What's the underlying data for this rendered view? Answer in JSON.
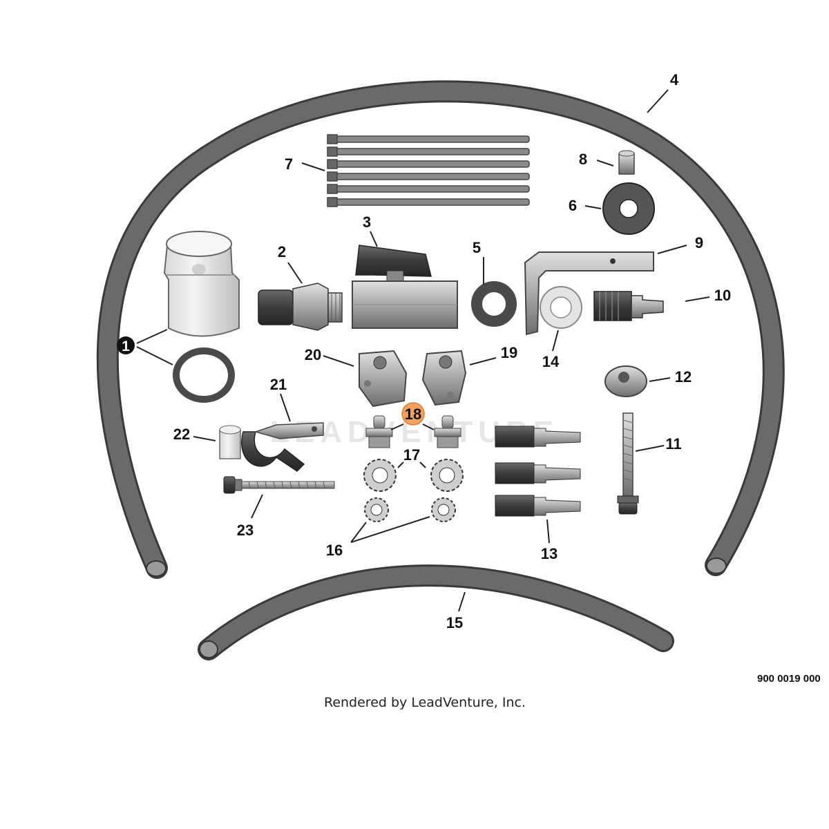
{
  "callouts": {
    "c1": "1",
    "c2": "2",
    "c3": "3",
    "c4": "4",
    "c5": "5",
    "c6": "6",
    "c7": "7",
    "c8": "8",
    "c9": "9",
    "c10": "10",
    "c11": "11",
    "c12": "12",
    "c13": "13",
    "c14": "14",
    "c15": "15",
    "c16": "16",
    "c17": "17",
    "c18": "18",
    "c19": "19",
    "c20": "20",
    "c21": "21",
    "c22": "22",
    "c23": "23"
  },
  "highlight": {
    "item": "18",
    "color": "#f2a05f"
  },
  "doc_number": "900 0019 000",
  "credit": "Rendered by LeadVenture, Inc.",
  "watermark": "LEADVENTURE",
  "colors": {
    "hose": "#5e5e5e",
    "metal": "#b8b8b8",
    "rubber": "#4a4a4a",
    "plastic": "#e8e8e8"
  }
}
